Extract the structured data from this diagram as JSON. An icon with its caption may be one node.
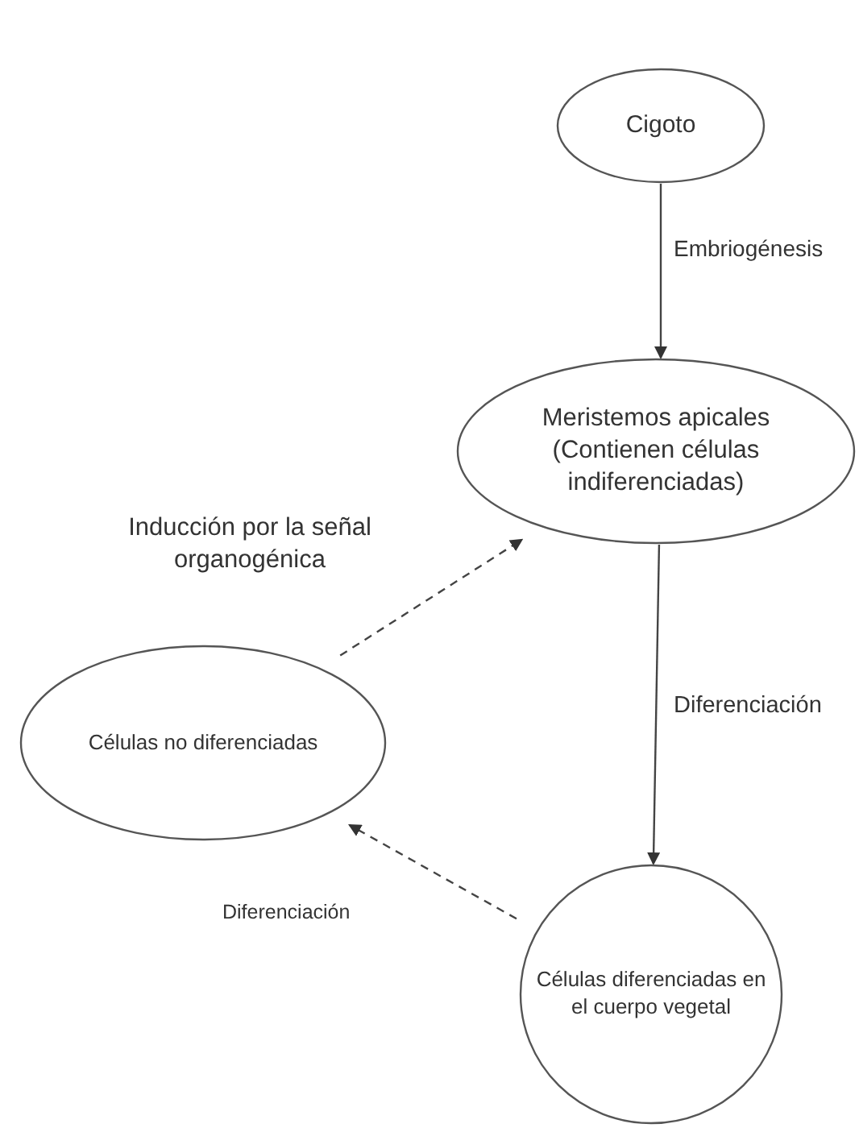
{
  "diagram": {
    "nodes": [
      {
        "text": [
          "Cigoto"
        ]
      },
      {
        "text": [
          "Meristemos apicales (Contienen células indiferenciadas)"
        ]
      },
      {
        "text": [
          "Células no diferenciadas"
        ]
      },
      {
        "text": [
          "Células diferenciadas en el cuerpo vegetal"
        ]
      }
    ],
    "edges": [
      {
        "from": 0,
        "to": 1,
        "arrow": "to",
        "label": "Embriogénesis"
      },
      {
        "from": 1,
        "to": 3,
        "arrow": "to",
        "label": "Diferenciación"
      },
      {
        "from": 2,
        "to": 1,
        "arrow": "to",
        "style": "dashed",
        "label": "Inducción por la señal organogénica"
      },
      {
        "from": 3,
        "to": 2,
        "arrow": "to",
        "style": "dashed",
        "label": "Diferenciación"
      }
    ]
  }
}
